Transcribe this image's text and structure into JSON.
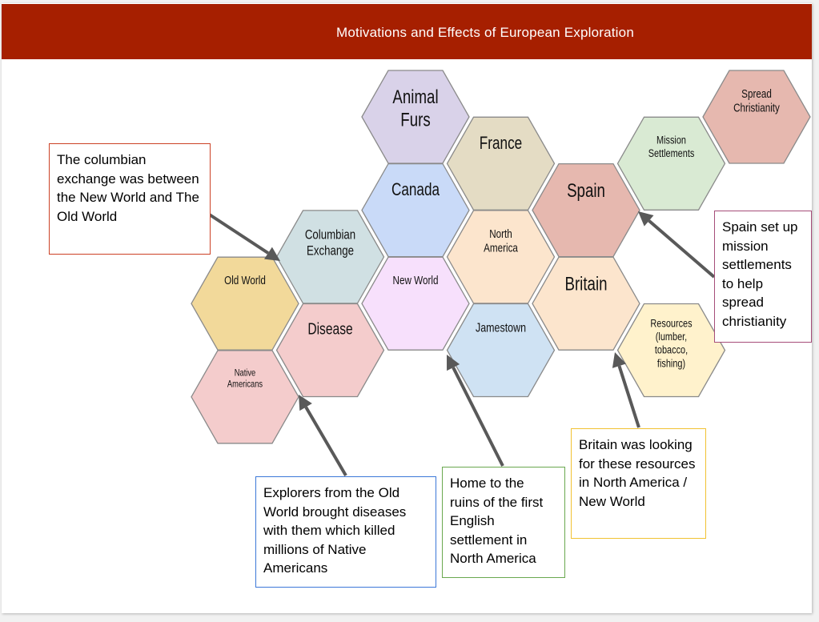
{
  "title": "Motivations and Effects of European Exploration",
  "colors": {
    "header": "#a61f00",
    "arrow": "#595959",
    "hex_border": "#8a8a8a"
  },
  "hexagons": [
    {
      "id": "animal-furs",
      "lines": [
        "Animal",
        "Furs"
      ],
      "fill": "#d9d2e9",
      "size": 24,
      "row": 0,
      "col": 2
    },
    {
      "id": "france",
      "lines": [
        "France"
      ],
      "fill": "#e4dcc4",
      "size": 22,
      "row": 1,
      "col": 3
    },
    {
      "id": "canada",
      "lines": [
        "Canada"
      ],
      "fill": "#c9daf8",
      "size": 22,
      "row": 2,
      "col": 2
    },
    {
      "id": "spain",
      "lines": [
        "Spain"
      ],
      "fill": "#e6b8af",
      "size": 24,
      "row": 2,
      "col": 4
    },
    {
      "id": "mission-settlements",
      "lines": [
        "Mission",
        "Settlements"
      ],
      "fill": "#d9ead3",
      "size": 14,
      "row": 1,
      "col": 5
    },
    {
      "id": "spread-christianity",
      "lines": [
        "Spread",
        "Christianity"
      ],
      "fill": "#e6b8af",
      "size": 15,
      "row": 0,
      "col": 6
    },
    {
      "id": "columbian-exchange",
      "lines": [
        "Columbian",
        "Exchange"
      ],
      "fill": "#d0e0e3",
      "size": 17,
      "row": 3,
      "col": 1
    },
    {
      "id": "old-world",
      "lines": [
        "Old World"
      ],
      "fill": "#f2d99a",
      "size": 15,
      "row": 4,
      "col": 0
    },
    {
      "id": "new-world",
      "lines": [
        "New World"
      ],
      "fill": "#f7e0fc",
      "size": 15,
      "row": 4,
      "col": 2
    },
    {
      "id": "north-america",
      "lines": [
        "North",
        "America"
      ],
      "fill": "#fce5cd",
      "size": 15,
      "row": 3,
      "col": 3
    },
    {
      "id": "britain",
      "lines": [
        "Britain"
      ],
      "fill": "#fce5cd",
      "size": 24,
      "row": 4,
      "col": 4
    },
    {
      "id": "disease",
      "lines": [
        "Disease"
      ],
      "fill": "#f4cccc",
      "size": 20,
      "row": 5,
      "col": 1
    },
    {
      "id": "native-americans",
      "lines": [
        "Native",
        "Americans"
      ],
      "fill": "#f4cccc",
      "size": 12,
      "row": 6,
      "col": 0
    },
    {
      "id": "jamestown",
      "lines": [
        "Jamestown"
      ],
      "fill": "#cfe2f3",
      "size": 16,
      "row": 5,
      "col": 3
    },
    {
      "id": "resources",
      "lines": [
        "Resources",
        "(lumber,",
        "tobacco,",
        "fishing)"
      ],
      "fill": "#fff2cc",
      "size": 14,
      "row": 5,
      "col": 5
    }
  ],
  "notes": [
    {
      "id": "columbian-note",
      "text": "The columbian exchange was between the New World and The Old World",
      "border": "#cc4125"
    },
    {
      "id": "disease-note",
      "text": "Explorers from the Old World brought diseases with them which killed millions of Native Americans",
      "border": "#3c78d8"
    },
    {
      "id": "jamestown-note",
      "text": "Home to the ruins of the first English settlement in North America",
      "border": "#6aa84f"
    },
    {
      "id": "britain-note",
      "text": "Britain was looking for these resources in North America / New World",
      "border": "#f1c232"
    },
    {
      "id": "spain-note",
      "text": "Spain set up mission settlements to help spread christianity",
      "border": "#a64d79"
    }
  ]
}
